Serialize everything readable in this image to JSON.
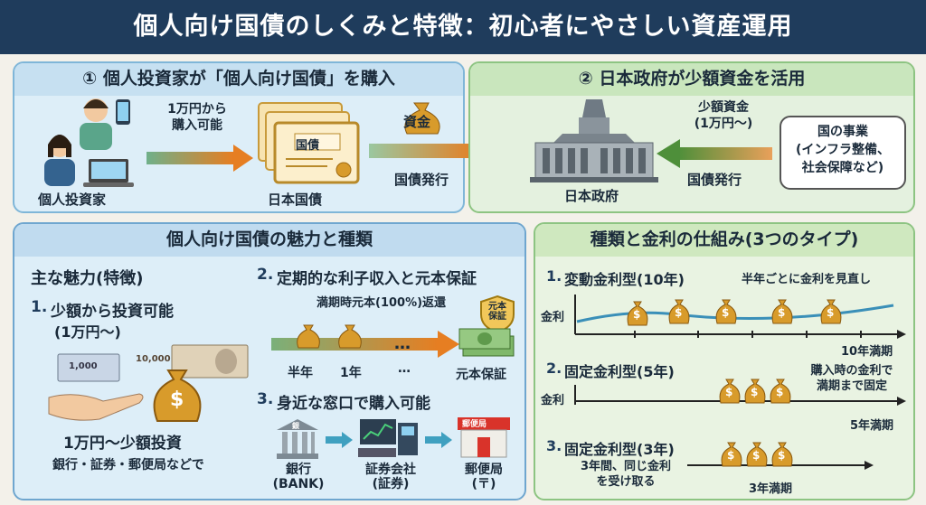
{
  "title": "個人向け国債のしくみと特徴：初心者にやさしい資産運用",
  "flow": {
    "step1_title": "① 個人投資家が「個人向け国債」を購入",
    "step2_title": "② 日本政府が少額資金を活用",
    "investor_label": "個人投資家",
    "purchase_note_1": "1万円から",
    "purchase_note_2": "購入可能",
    "bond_stamp": "国債",
    "bond_label": "日本国債",
    "funds_tag": "資金",
    "issue_label": "国債発行",
    "small_funds_1": "少額資金",
    "small_funds_2": "(1万円〜)",
    "issue_label_2": "国債発行",
    "government_label": "日本政府",
    "projects_1": "国の事業",
    "projects_2": "(インフラ整備、",
    "projects_3": "社会保障など)"
  },
  "appeal": {
    "panel_title": "個人向け国債の魅力と種類",
    "main_title": "主な魅力(特徴)",
    "item1_num": "1.",
    "item1_title": "少額から投資可能",
    "item1_sub": "(1万円〜)",
    "note_1000": "1,000",
    "note_10000": "10,000",
    "coin_symbol": "$",
    "item1_caption": "1万円〜少額投資",
    "item1_caption2": "銀行・証券・郵便局などで",
    "item2_num": "2.",
    "item2_title": "定期的な利子収入と元本保証",
    "maturity_note": "満期時元本(100%)返還",
    "shield_1": "元本",
    "shield_2": "保証",
    "tick_half": "半年",
    "tick_1y": "1年",
    "dots": "…",
    "principal_label": "元本保証",
    "item3_num": "3.",
    "item3_title": "身近な窓口で購入可能",
    "bank_sign": "銀",
    "bank_label": "銀行",
    "bank_sub": "(BANK)",
    "sec_label": "証券会社",
    "sec_sub": "(証券)",
    "post_sign": "郵便局",
    "post_label": "郵便局",
    "post_sub": "(〒)"
  },
  "types": {
    "panel_title": "種類と金利の仕組み(3つのタイプ)",
    "t1_num": "1.",
    "t1_title": "変動金利型(10年)",
    "t1_note": "半年ごとに金利を見直し",
    "t1_end": "10年満期",
    "t2_num": "2.",
    "t2_title": "固定金利型(5年)",
    "t2_note_1": "購入時の金利で",
    "t2_note_2": "満期まで固定",
    "t2_end": "5年満期",
    "t3_num": "3.",
    "t3_title": "固定金利型(3年)",
    "t3_note_1": "3年間、同じ金利",
    "t3_note_2": "を受け取る",
    "t3_end": "3年満期",
    "axis_label": "金利",
    "coin_symbol": "$"
  },
  "colors": {
    "header": "#1f3c5c",
    "accent_orange": "#e67e22",
    "accent_green": "#4e8f3a",
    "coin_gold": "#d89b2b"
  }
}
